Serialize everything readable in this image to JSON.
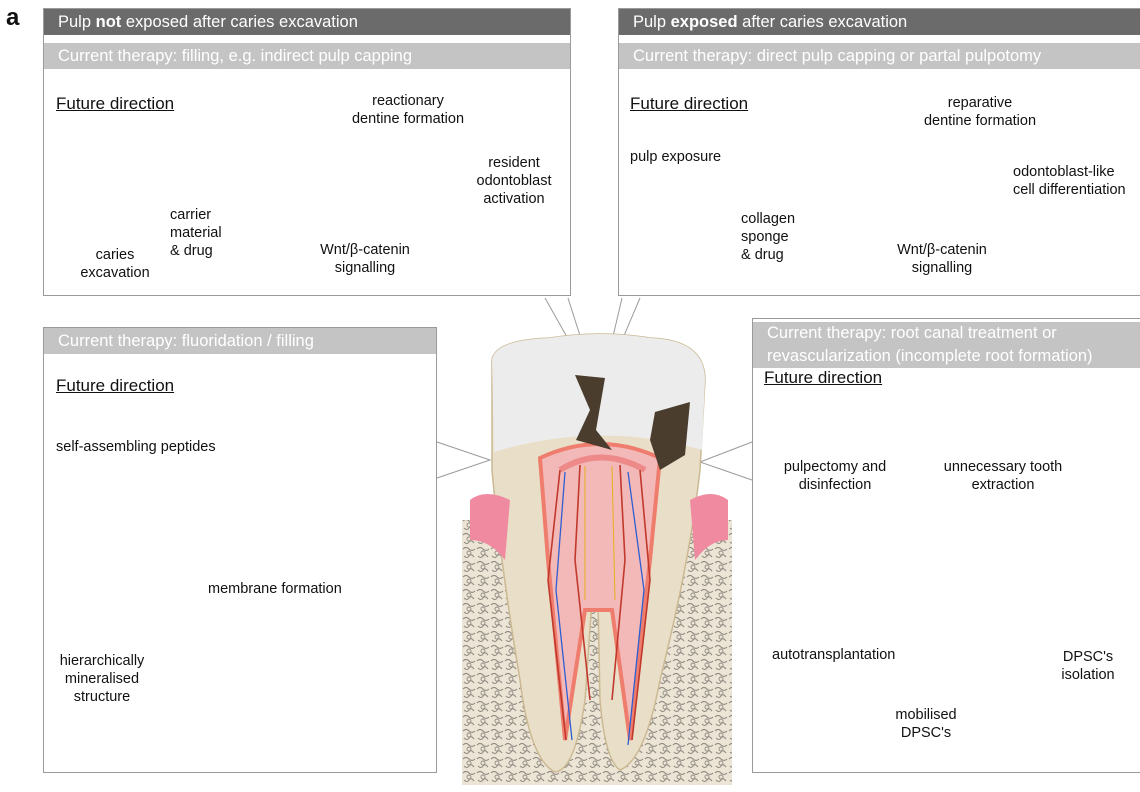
{
  "figure": {
    "panel_letter": "a"
  },
  "top_left": {
    "header_prefix": "Pulp ",
    "header_bold": "not",
    "header_suffix": " exposed after caries excavation",
    "therapy": "Current therapy: filling, e.g. indirect pulp capping",
    "future": "Future direction",
    "labels": {
      "caries": "caries\nexcavation",
      "carrier": "carrier\nmaterial\n& drug",
      "wnt": "Wnt/β-catenin\nsignalling",
      "resident": "resident\nodontoblast\nactivation",
      "reactionary": "reactionary\ndentine formation"
    }
  },
  "top_right": {
    "header_prefix": "Pulp ",
    "header_bold": "exposed",
    "header_suffix": " after caries excavation",
    "therapy": "Current therapy: direct pulp capping or partal pulpotomy",
    "future": "Future direction",
    "labels": {
      "exposure": "pulp exposure",
      "collagen": "collagen\nsponge\n& drug",
      "wnt": "Wnt/β-catenin\nsignalling",
      "odontoblast": "odontoblast-like\ncell differentiation",
      "reparative": "reparative\ndentine formation"
    }
  },
  "bottom_left": {
    "therapy": "Current therapy: fluoridation / filling",
    "future": "Future direction",
    "labels": {
      "peptides": "self-assembling peptides",
      "membrane": "membrane formation",
      "hierarchical": "hierarchically\nmineralised\nstructure"
    }
  },
  "bottom_right": {
    "therapy_line1": "Current therapy: root canal treatment or",
    "therapy_line2": "revascularization (incomplete root formation)",
    "future": "Future direction",
    "labels": {
      "pulpectomy": "pulpectomy and\ndisinfection",
      "extraction": "unnecessary tooth\nextraction",
      "auto": "autotransplantation",
      "isolation": "DPSC's\nisolation",
      "mobilised": "mobilised\nDPSC's"
    }
  },
  "colors": {
    "header_dark": "#6b6b6b",
    "header_light": "#c4c4c4",
    "arrow_grey": "#cfcfcf",
    "wnt_ellipse": "#4fc3e8",
    "gum_pink": "#f08aa0",
    "pulp_pink": "#f3b9b9",
    "dentine": "#e9dfc8",
    "enamel": "#ececec",
    "caries": "#4a3d2e",
    "peptide_blue": "#2a3fa8",
    "peptide_pink": "#e0607a",
    "capping_orange": "#f5b335"
  }
}
